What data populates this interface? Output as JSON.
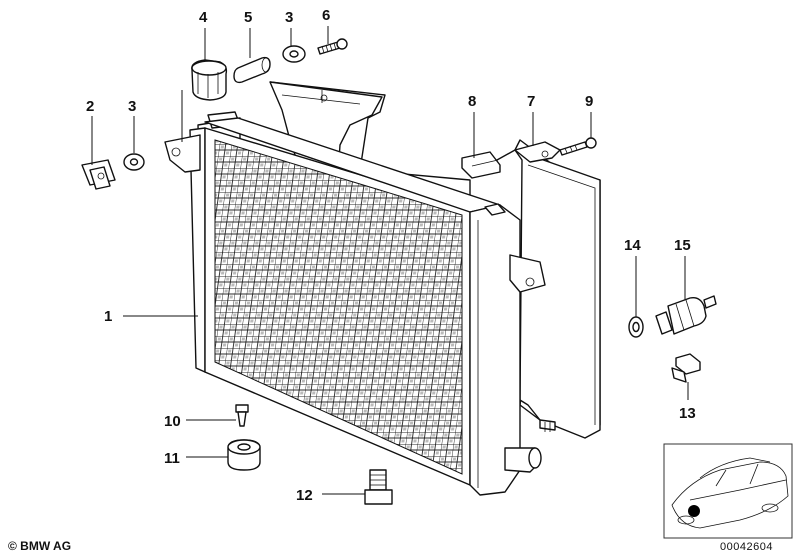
{
  "labels": {
    "p1": "1",
    "p2": "2",
    "p3a": "3",
    "p3b": "3",
    "p4": "4",
    "p5": "5",
    "p6": "6",
    "p7": "7",
    "p8": "8",
    "p9": "9",
    "p10": "10",
    "p11": "11",
    "p12": "12",
    "p13": "13",
    "p14": "14",
    "p15": "15"
  },
  "footer": {
    "copyright": "© BMW AG",
    "diagram_id": "00042604"
  }
}
